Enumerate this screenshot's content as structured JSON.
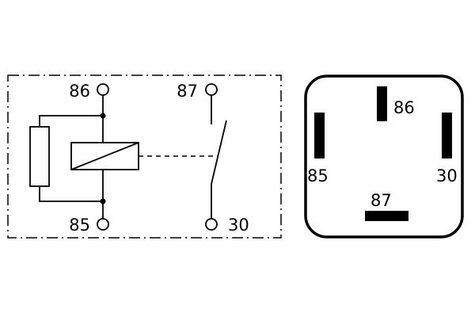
{
  "colors": {
    "line": "#000000",
    "background": "#ffffff"
  },
  "schematic": {
    "terminals": {
      "t86": "86",
      "t87": "87",
      "t85": "85",
      "t30": "30"
    }
  },
  "pinout": {
    "pins": {
      "p86": "86",
      "p85": "85",
      "p30": "30",
      "p87": "87"
    }
  }
}
